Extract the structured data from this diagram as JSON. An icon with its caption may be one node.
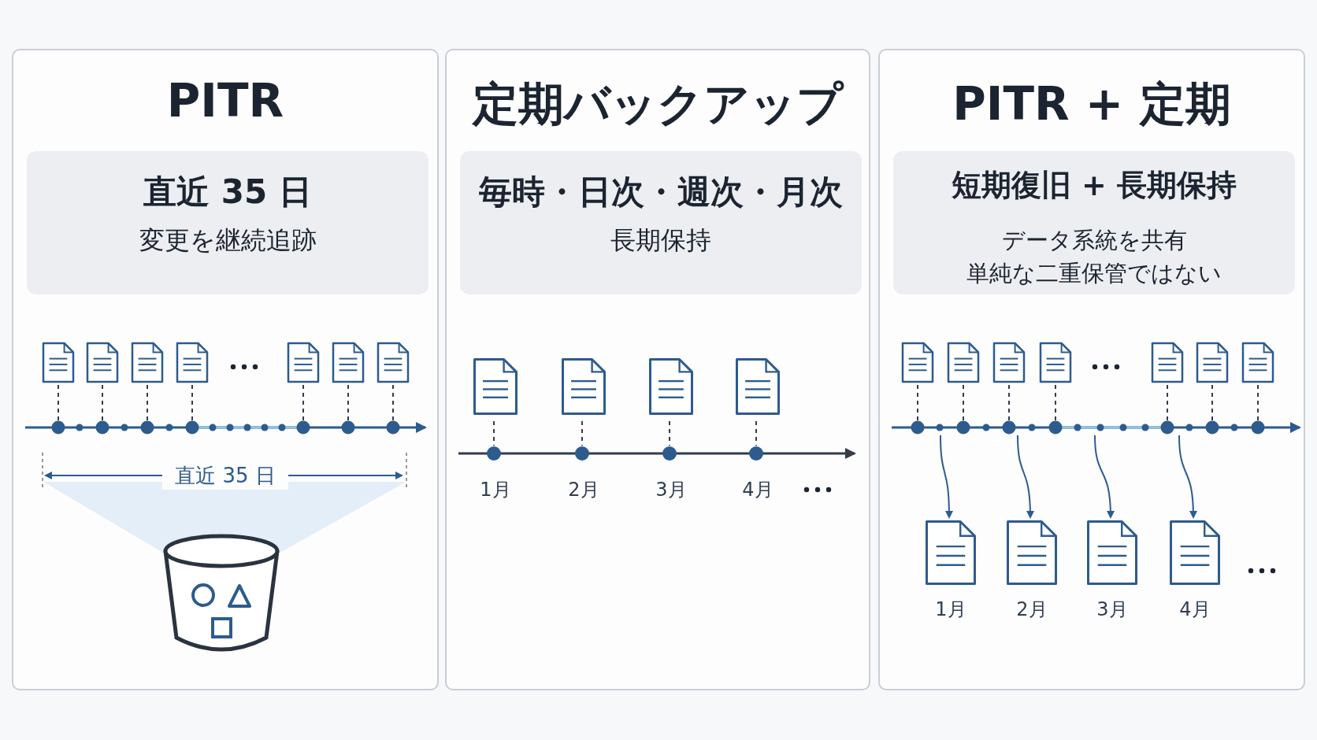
{
  "diagram": {
    "nodes": [
      {
        "text": [
          "PITR"
        ]
      },
      {
        "text": [
          "直近 35 日",
          "変更を継続追跡"
        ],
        "in": 0
      },
      {
        "text": [
          "定期バックアップ"
        ]
      },
      {
        "text": [
          "毎時・日次・週次・月次",
          "長期保持"
        ],
        "in": 2
      },
      {
        "text": [
          "PITR + 定期"
        ]
      },
      {
        "text": [
          "短期復旧 + 長期保持",
          "データ系統を共有",
          "単純な二重保管ではない"
        ],
        "in": 4
      },
      {
        "text": [],
        "shape": "document",
        "in": 2,
        "beside": [
          "1月"
        ]
      },
      {
        "text": [],
        "shape": "document",
        "in": 2,
        "beside": [
          "2月"
        ]
      },
      {
        "text": [],
        "shape": "document",
        "in": 2,
        "beside": [
          "3月"
        ]
      },
      {
        "text": [],
        "shape": "document",
        "in": 2,
        "beside": [
          "4月"
        ]
      },
      {
        "text": [],
        "shape": "document",
        "in": 4,
        "beside": [
          "1月"
        ]
      },
      {
        "text": [],
        "shape": "document",
        "in": 4,
        "beside": [
          "2月"
        ]
      },
      {
        "text": [],
        "shape": "document",
        "in": 4,
        "beside": [
          "3月"
        ]
      },
      {
        "text": [],
        "shape": "document",
        "in": 4,
        "beside": [
          "4月"
        ]
      }
    ],
    "edges": [
      {
        "from": null,
        "to": 10,
        "arrow": "to"
      },
      {
        "from": null,
        "to": 11,
        "arrow": "to"
      },
      {
        "from": null,
        "to": 12,
        "arrow": "to"
      },
      {
        "from": null,
        "to": 13,
        "arrow": "to"
      }
    ],
    "labels": [
      "直近 35 日"
    ]
  }
}
